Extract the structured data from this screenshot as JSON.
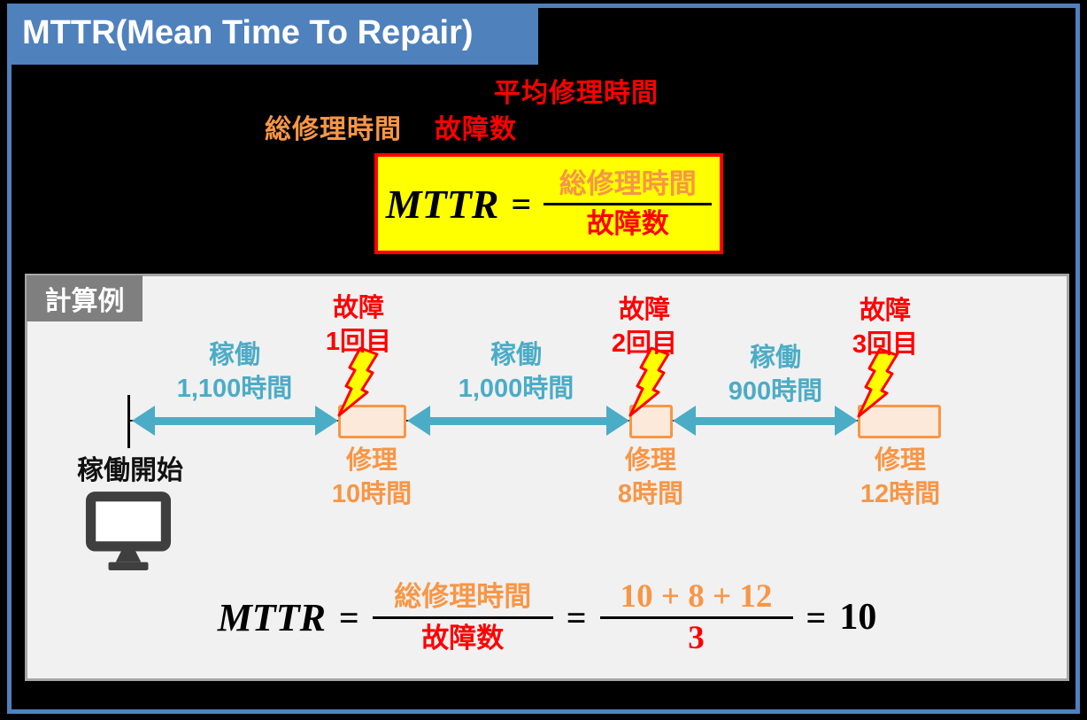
{
  "header": {
    "title": "MTTR(Mean Time To Repair)"
  },
  "intro": {
    "average_repair_time": "平均修理時間",
    "total_repair_time": "総修理時間",
    "failure_count": "故障数"
  },
  "formula_box": {
    "lhs": "MTTR",
    "equals": "=",
    "numerator": "総修理時間",
    "denominator": "故障数"
  },
  "example": {
    "section_label": "計算例",
    "start_label": "稼働開始",
    "segments": [
      {
        "operation_label": "稼働",
        "operation_hours": "1,100時間",
        "failure_label": "故障",
        "failure_ordinal": "1回目",
        "repair_label": "修理",
        "repair_hours": "10時間"
      },
      {
        "operation_label": "稼働",
        "operation_hours": "1,000時間",
        "failure_label": "故障",
        "failure_ordinal": "2回目",
        "repair_label": "修理",
        "repair_hours": "8時間"
      },
      {
        "operation_label": "稼働",
        "operation_hours": "900時間",
        "failure_label": "故障",
        "failure_ordinal": "3回目",
        "repair_label": "修理",
        "repair_hours": "12時間"
      }
    ],
    "calculation": {
      "lhs": "MTTR",
      "eq1": "=",
      "numerator1": "総修理時間",
      "denominator1": "故障数",
      "eq2": "=",
      "numerator2": "10 + 8 + 12",
      "denominator2": "3",
      "eq3": "=",
      "result": "10"
    }
  },
  "colors": {
    "banner_blue": "#4F81BD",
    "frame_blue": "#4F81BD",
    "arrow_teal": "#4BACC6",
    "accent_orange": "#F79646",
    "accent_red": "#FF0000",
    "formula_yellow": "#FFFF00",
    "repair_box_fill": "#FCE9D9",
    "panel_bg": "#F1F1F1",
    "panel_border": "#A6A6A6",
    "section_label_bg": "#7F7F7F",
    "monitor_dark": "#3F3F3F",
    "background": "#000000"
  }
}
